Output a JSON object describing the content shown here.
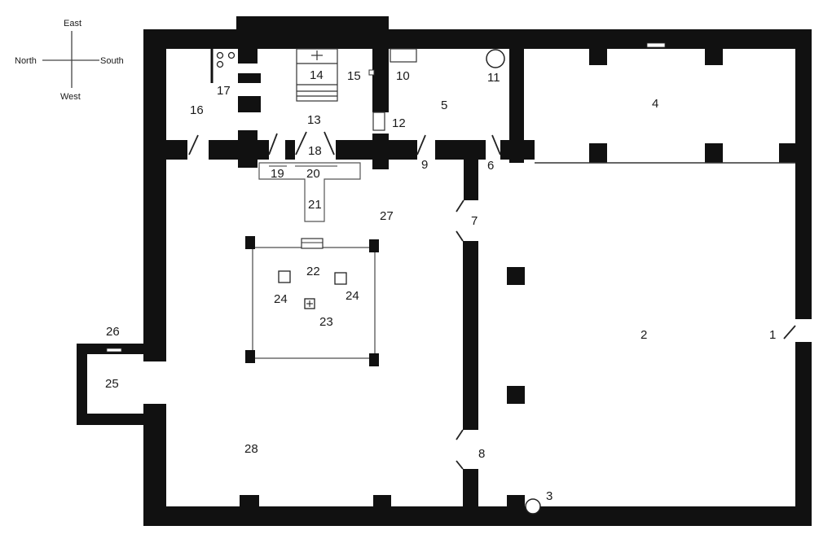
{
  "compass": {
    "north": "North",
    "south": "South",
    "east": "East",
    "west": "West"
  },
  "labels": {
    "1": "1",
    "2": "2",
    "3": "3",
    "4": "4",
    "5": "5",
    "6": "6",
    "7": "7",
    "8": "8",
    "9": "9",
    "10": "10",
    "11": "11",
    "12": "12",
    "13": "13",
    "14": "14",
    "15": "15",
    "16": "16",
    "17": "17",
    "18": "18",
    "19": "19",
    "20": "20",
    "21": "21",
    "22": "22",
    "23": "23",
    "24a": "24",
    "24b": "24",
    "25": "25",
    "26": "26",
    "27": "27",
    "28": "28"
  },
  "colors": {
    "wall": "#111111",
    "line": "#555555",
    "background": "#ffffff"
  }
}
